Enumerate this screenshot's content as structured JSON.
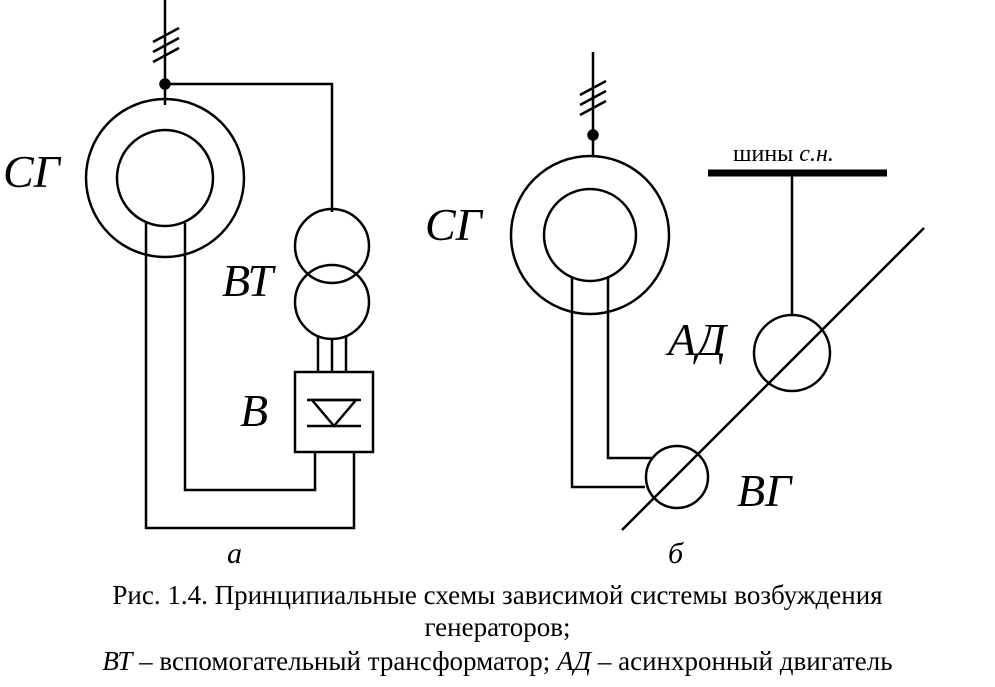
{
  "diagram_a": {
    "generator_label": "СГ",
    "transformer_label": "ВТ",
    "rectifier_label": "В",
    "sublabel": "а"
  },
  "diagram_b": {
    "generator_label": "СГ",
    "bus_label_prefix": "шины ",
    "bus_label_italic": "с.н.",
    "motor_label": "АД",
    "exciter_label": "ВГ",
    "sublabel": "б"
  },
  "caption": {
    "line1": "Рис. 1.4. Принципиальные схемы зависимой системы возбуждения",
    "line2": "генераторов;",
    "line3_abbr1": "ВТ",
    "line3_text1": " – вспомогательный трансформатор; ",
    "line3_abbr2": "АД",
    "line3_text2": " – асинхронный двигатель"
  }
}
